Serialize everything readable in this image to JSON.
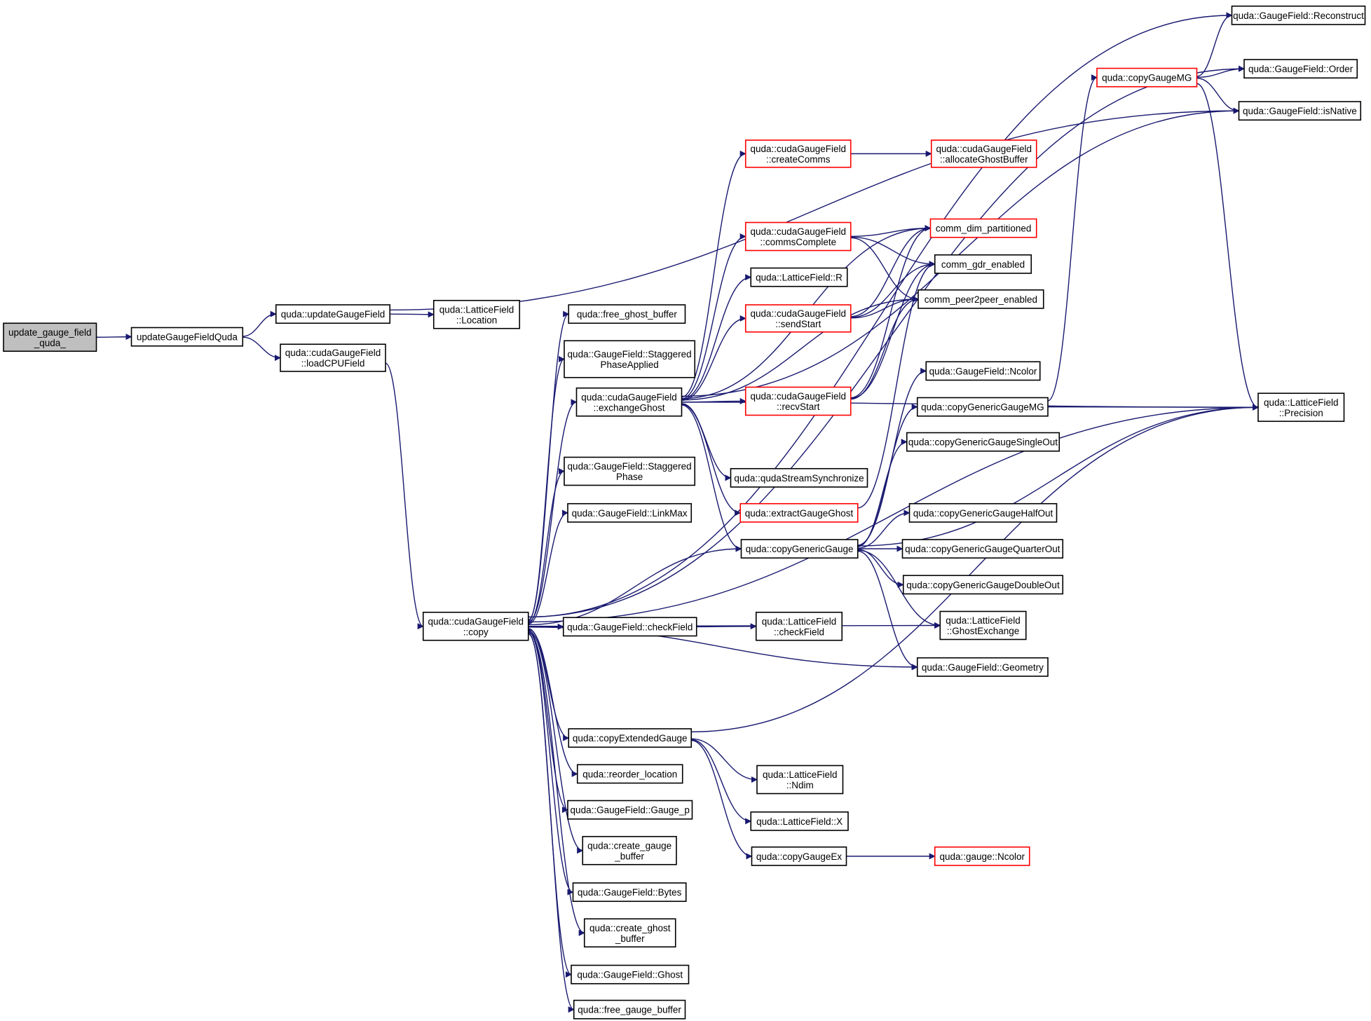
{
  "colors": {
    "edge": "#191970",
    "node_border": "#000000",
    "node_border_truncated": "#ff0000",
    "root_fill": "#bfbfbf",
    "node_fill": "#ffffff"
  },
  "nodes": {
    "root": {
      "lines": [
        "update_gauge_field",
        "_quda_"
      ],
      "style": "root"
    },
    "updateGaugeFieldQuda": {
      "lines": [
        "updateGaugeFieldQuda"
      ],
      "style": "normal"
    },
    "updateGaugeField": {
      "lines": [
        "quda::updateGaugeField"
      ],
      "style": "normal"
    },
    "loadCPUField": {
      "lines": [
        "quda::cudaGaugeField",
        "::loadCPUField"
      ],
      "style": "normal"
    },
    "lfLocation": {
      "lines": [
        "quda::LatticeField",
        "::Location"
      ],
      "style": "normal"
    },
    "copy": {
      "lines": [
        "quda::cudaGaugeField",
        "::copy"
      ],
      "style": "normal"
    },
    "freeGhostBuffer": {
      "lines": [
        "quda::free_ghost_buffer"
      ],
      "style": "normal"
    },
    "staggeredPhaseApplied": {
      "lines": [
        "quda::GaugeField::Staggered",
        "PhaseApplied"
      ],
      "style": "normal"
    },
    "exchangeGhost": {
      "lines": [
        "quda::cudaGaugeField",
        "::exchangeGhost"
      ],
      "style": "normal"
    },
    "staggeredPhase": {
      "lines": [
        "quda::GaugeField::Staggered",
        "Phase"
      ],
      "style": "normal"
    },
    "linkMax": {
      "lines": [
        "quda::GaugeField::LinkMax"
      ],
      "style": "normal"
    },
    "checkField": {
      "lines": [
        "quda::GaugeField::checkField"
      ],
      "style": "normal"
    },
    "lfCheckField": {
      "lines": [
        "quda::LatticeField",
        "::checkField"
      ],
      "style": "normal"
    },
    "copyExtendedGauge": {
      "lines": [
        "quda::copyExtendedGauge"
      ],
      "style": "normal"
    },
    "reorderLocation": {
      "lines": [
        "quda::reorder_location"
      ],
      "style": "normal"
    },
    "gaugeP": {
      "lines": [
        "quda::GaugeField::Gauge_p"
      ],
      "style": "normal"
    },
    "createGaugeBuffer": {
      "lines": [
        "quda::create_gauge",
        "_buffer"
      ],
      "style": "normal"
    },
    "bytes": {
      "lines": [
        "quda::GaugeField::Bytes"
      ],
      "style": "normal"
    },
    "createGhostBuffer": {
      "lines": [
        "quda::create_ghost",
        "_buffer"
      ],
      "style": "normal"
    },
    "ghost": {
      "lines": [
        "quda::GaugeField::Ghost"
      ],
      "style": "normal"
    },
    "freeGaugeBuffer": {
      "lines": [
        "quda::free_gauge_buffer"
      ],
      "style": "normal"
    },
    "createComms": {
      "lines": [
        "quda::cudaGaugeField",
        "::createComms"
      ],
      "style": "truncated"
    },
    "commsComplete": {
      "lines": [
        "quda::cudaGaugeField",
        "::commsComplete"
      ],
      "style": "truncated"
    },
    "lfR": {
      "lines": [
        "quda::LatticeField::R"
      ],
      "style": "normal"
    },
    "sendStart": {
      "lines": [
        "quda::cudaGaugeField",
        "::sendStart"
      ],
      "style": "truncated"
    },
    "recvStart": {
      "lines": [
        "quda::cudaGaugeField",
        "::recvStart"
      ],
      "style": "truncated"
    },
    "streamSync": {
      "lines": [
        "quda::qudaStreamSynchronize"
      ],
      "style": "normal"
    },
    "extractGaugeGhost": {
      "lines": [
        "quda::extractGaugeGhost"
      ],
      "style": "truncated"
    },
    "copyGenericGauge": {
      "lines": [
        "quda::copyGenericGauge"
      ],
      "style": "normal"
    },
    "lfNdim": {
      "lines": [
        "quda::LatticeField",
        "::Ndim"
      ],
      "style": "normal"
    },
    "lfX": {
      "lines": [
        "quda::LatticeField::X"
      ],
      "style": "normal"
    },
    "copyGaugeEx": {
      "lines": [
        "quda::copyGaugeEx"
      ],
      "style": "normal"
    },
    "allocateGhostBuffer": {
      "lines": [
        "quda::cudaGaugeField",
        "::allocateGhostBuffer"
      ],
      "style": "truncated"
    },
    "commDimPartitioned": {
      "lines": [
        "comm_dim_partitioned"
      ],
      "style": "truncated"
    },
    "commGdrEnabled": {
      "lines": [
        "comm_gdr_enabled"
      ],
      "style": "normal"
    },
    "commPeer2Peer": {
      "lines": [
        "comm_peer2peer_enabled"
      ],
      "style": "normal"
    },
    "gfNcolor": {
      "lines": [
        "quda::GaugeField::Ncolor"
      ],
      "style": "normal"
    },
    "copyGenericGaugeMG": {
      "lines": [
        "quda::copyGenericGaugeMG"
      ],
      "style": "normal"
    },
    "singleOut": {
      "lines": [
        "quda::copyGenericGaugeSingleOut"
      ],
      "style": "normal"
    },
    "halfOut": {
      "lines": [
        "quda::copyGenericGaugeHalfOut"
      ],
      "style": "normal"
    },
    "quarterOut": {
      "lines": [
        "quda::copyGenericGaugeQuarterOut"
      ],
      "style": "normal"
    },
    "doubleOut": {
      "lines": [
        "quda::copyGenericGaugeDoubleOut"
      ],
      "style": "normal"
    },
    "ghostExchange": {
      "lines": [
        "quda::LatticeField",
        "::GhostExchange"
      ],
      "style": "normal"
    },
    "geometry": {
      "lines": [
        "quda::GaugeField::Geometry"
      ],
      "style": "normal"
    },
    "gaugeNcolor": {
      "lines": [
        "quda::gauge::Ncolor"
      ],
      "style": "truncated"
    },
    "copyGaugeMG": {
      "lines": [
        "quda::copyGaugeMG"
      ],
      "style": "truncated"
    },
    "reconstruct": {
      "lines": [
        "quda::GaugeField::Reconstruct"
      ],
      "style": "normal"
    },
    "order": {
      "lines": [
        "quda::GaugeField::Order"
      ],
      "style": "normal"
    },
    "isNative": {
      "lines": [
        "quda::GaugeField::isNative"
      ],
      "style": "normal"
    },
    "precision": {
      "lines": [
        "quda::LatticeField",
        "::Precision"
      ],
      "style": "normal"
    }
  },
  "edges": [
    [
      "root",
      "updateGaugeFieldQuda"
    ],
    [
      "updateGaugeFieldQuda",
      "updateGaugeField"
    ],
    [
      "updateGaugeFieldQuda",
      "loadCPUField"
    ],
    [
      "updateGaugeField",
      "lfLocation"
    ],
    [
      "updateGaugeField",
      "isNative"
    ],
    [
      "loadCPUField",
      "copy"
    ],
    [
      "copy",
      "reconstruct"
    ],
    [
      "copy",
      "order"
    ],
    [
      "copy",
      "precision"
    ],
    [
      "copy",
      "freeGhostBuffer"
    ],
    [
      "copy",
      "staggeredPhaseApplied"
    ],
    [
      "copy",
      "exchangeGhost"
    ],
    [
      "copy",
      "staggeredPhase"
    ],
    [
      "copy",
      "linkMax"
    ],
    [
      "copy",
      "copyGenericGauge"
    ],
    [
      "copy",
      "ghostExchange"
    ],
    [
      "copy",
      "checkField"
    ],
    [
      "copy",
      "geometry"
    ],
    [
      "copy",
      "copyExtendedGauge"
    ],
    [
      "copy",
      "reorderLocation"
    ],
    [
      "copy",
      "gaugeP"
    ],
    [
      "copy",
      "createGaugeBuffer"
    ],
    [
      "copy",
      "bytes"
    ],
    [
      "copy",
      "createGhostBuffer"
    ],
    [
      "copy",
      "ghost"
    ],
    [
      "copy",
      "freeGaugeBuffer"
    ],
    [
      "checkField",
      "lfCheckField"
    ],
    [
      "exchangeGhost",
      "createComms"
    ],
    [
      "exchangeGhost",
      "commDimPartitioned"
    ],
    [
      "exchangeGhost",
      "commsComplete"
    ],
    [
      "exchangeGhost",
      "lfR"
    ],
    [
      "exchangeGhost",
      "sendStart"
    ],
    [
      "exchangeGhost",
      "recvStart"
    ],
    [
      "exchangeGhost",
      "streamSync"
    ],
    [
      "exchangeGhost",
      "extractGaugeGhost"
    ],
    [
      "exchangeGhost",
      "copyGenericGauge"
    ],
    [
      "exchangeGhost",
      "isNative"
    ],
    [
      "exchangeGhost",
      "precision"
    ],
    [
      "exchangeGhost",
      "commPeer2Peer"
    ],
    [
      "createComms",
      "allocateGhostBuffer"
    ],
    [
      "commsComplete",
      "commDimPartitioned"
    ],
    [
      "commsComplete",
      "commGdrEnabled"
    ],
    [
      "commsComplete",
      "commPeer2Peer"
    ],
    [
      "sendStart",
      "commDimPartitioned"
    ],
    [
      "sendStart",
      "commGdrEnabled"
    ],
    [
      "sendStart",
      "commPeer2Peer"
    ],
    [
      "recvStart",
      "commDimPartitioned"
    ],
    [
      "recvStart",
      "commGdrEnabled"
    ],
    [
      "recvStart",
      "commPeer2Peer"
    ],
    [
      "extractGaugeGhost",
      "commGdrEnabled"
    ],
    [
      "copyGenericGauge",
      "gfNcolor"
    ],
    [
      "copyGenericGauge",
      "copyGenericGaugeMG"
    ],
    [
      "copyGenericGauge",
      "singleOut"
    ],
    [
      "copyGenericGauge",
      "precision"
    ],
    [
      "copyGenericGauge",
      "halfOut"
    ],
    [
      "copyGenericGauge",
      "quarterOut"
    ],
    [
      "copyGenericGauge",
      "doubleOut"
    ],
    [
      "copyGenericGauge",
      "ghostExchange"
    ],
    [
      "copyGenericGauge",
      "geometry"
    ],
    [
      "copyGenericGaugeMG",
      "copyGaugeMG"
    ],
    [
      "copyGenericGaugeMG",
      "precision"
    ],
    [
      "copyGaugeMG",
      "reconstruct"
    ],
    [
      "copyGaugeMG",
      "order"
    ],
    [
      "copyGaugeMG",
      "isNative"
    ],
    [
      "copyGaugeMG",
      "precision"
    ],
    [
      "copyExtendedGauge",
      "precision"
    ],
    [
      "copyExtendedGauge",
      "lfNdim"
    ],
    [
      "copyExtendedGauge",
      "lfX"
    ],
    [
      "copyExtendedGauge",
      "copyGaugeEx"
    ],
    [
      "copyGaugeEx",
      "gaugeNcolor"
    ]
  ]
}
